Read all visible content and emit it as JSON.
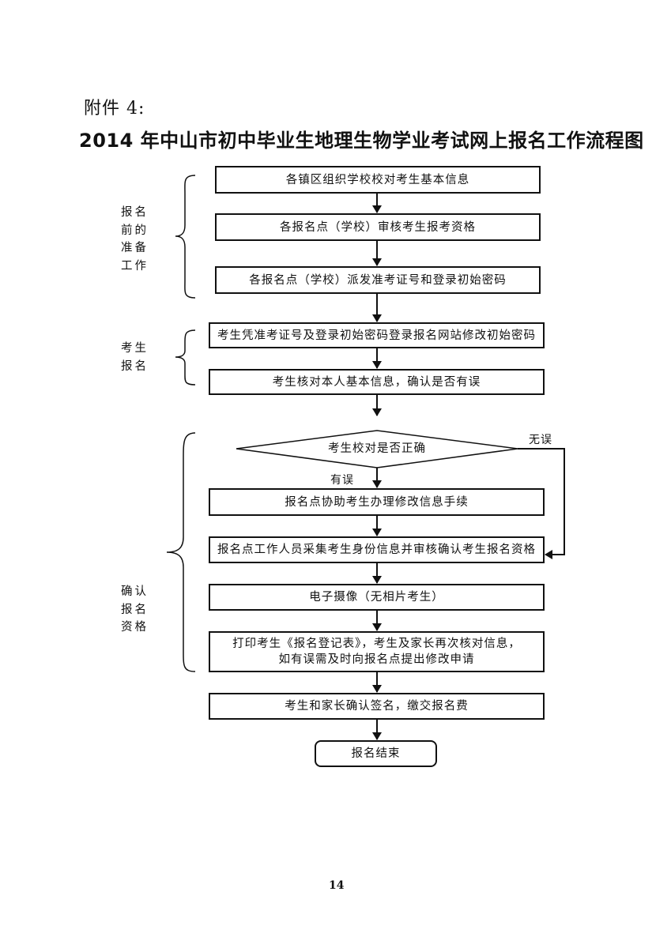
{
  "header": {
    "annex_label": "附件 4:",
    "title": "2014 年中山市初中毕业生地理生物学业考试网上报名工作流程图"
  },
  "phases": [
    {
      "label_lines": [
        "报名",
        "前的",
        "准备",
        "工作"
      ]
    },
    {
      "label_lines": [
        "考生",
        "报名"
      ]
    },
    {
      "label_lines": [
        "确认",
        "报名",
        "资格"
      ]
    }
  ],
  "steps": [
    {
      "text": "各镇区组织学校校对考生基本信息"
    },
    {
      "text": "各报名点（学校）审核考生报考资格"
    },
    {
      "text": "各报名点（学校）派发准考证号和登录初始密码"
    },
    {
      "text": "考生凭准考证号及登录初始密码登录报名网站修改初始密码"
    },
    {
      "text": "考生核对本人基本信息，确认是否有误"
    },
    {
      "text": "报名点协助考生办理修改信息手续"
    },
    {
      "text": "报名点工作人员采集考生身份信息并审核确认考生报名资格"
    },
    {
      "text": "电子摄像（无相片考生）"
    },
    {
      "text_lines": [
        "打印考生《报名登记表》，考生及家长再次核对信息，",
        "如有误需及时向报名点提出修改申请"
      ]
    },
    {
      "text": "考生和家长确认签名，缴交报名费"
    }
  ],
  "decision": {
    "text": "考生校对是否正确",
    "yes_branch_label": "无误",
    "no_branch_label": "有误"
  },
  "end": {
    "text": "报名结束"
  },
  "footer": {
    "page_number": "14"
  }
}
